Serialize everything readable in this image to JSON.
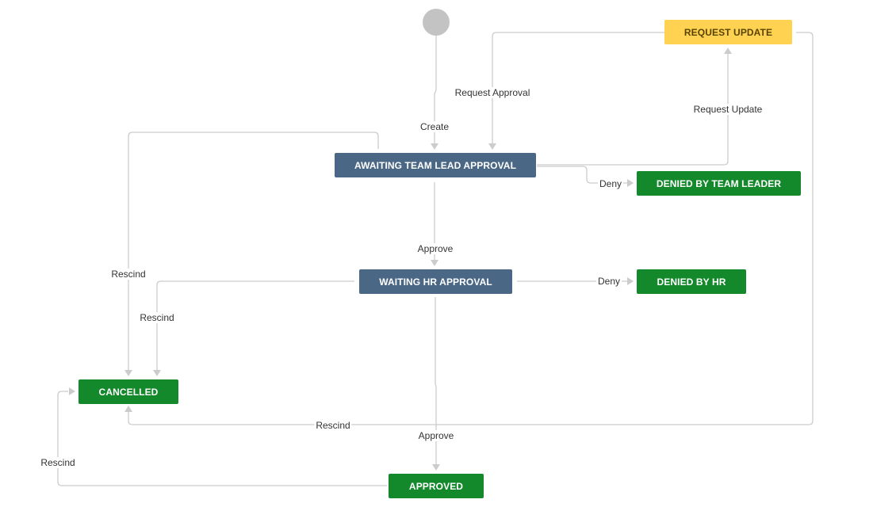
{
  "diagram": {
    "statuses": {
      "request_update": {
        "label": "REQUEST UPDATE",
        "color": "#ffd351"
      },
      "awaiting_team_lead": {
        "label": "AWAITING TEAM LEAD APPROVAL",
        "color": "#4a6785"
      },
      "denied_team_leader": {
        "label": "DENIED BY TEAM LEADER",
        "color": "#14892c"
      },
      "waiting_hr": {
        "label": "WAITING HR APPROVAL",
        "color": "#4a6785"
      },
      "denied_hr": {
        "label": "DENIED BY HR",
        "color": "#14892c"
      },
      "cancelled": {
        "label": "CANCELLED",
        "color": "#14892c"
      },
      "approved": {
        "label": "APPROVED",
        "color": "#14892c"
      }
    },
    "transitions": {
      "create": "Create",
      "request_approval": "Request Approval",
      "request_update": "Request Update",
      "deny_team_lead": "Deny",
      "approve_team_lead": "Approve",
      "deny_hr": "Deny",
      "rescind_team_lead": "Rescind",
      "rescind_hr": "Rescind",
      "rescind_request_update": "Rescind",
      "approve_hr": "Approve",
      "rescind_approved": "Rescind"
    }
  }
}
